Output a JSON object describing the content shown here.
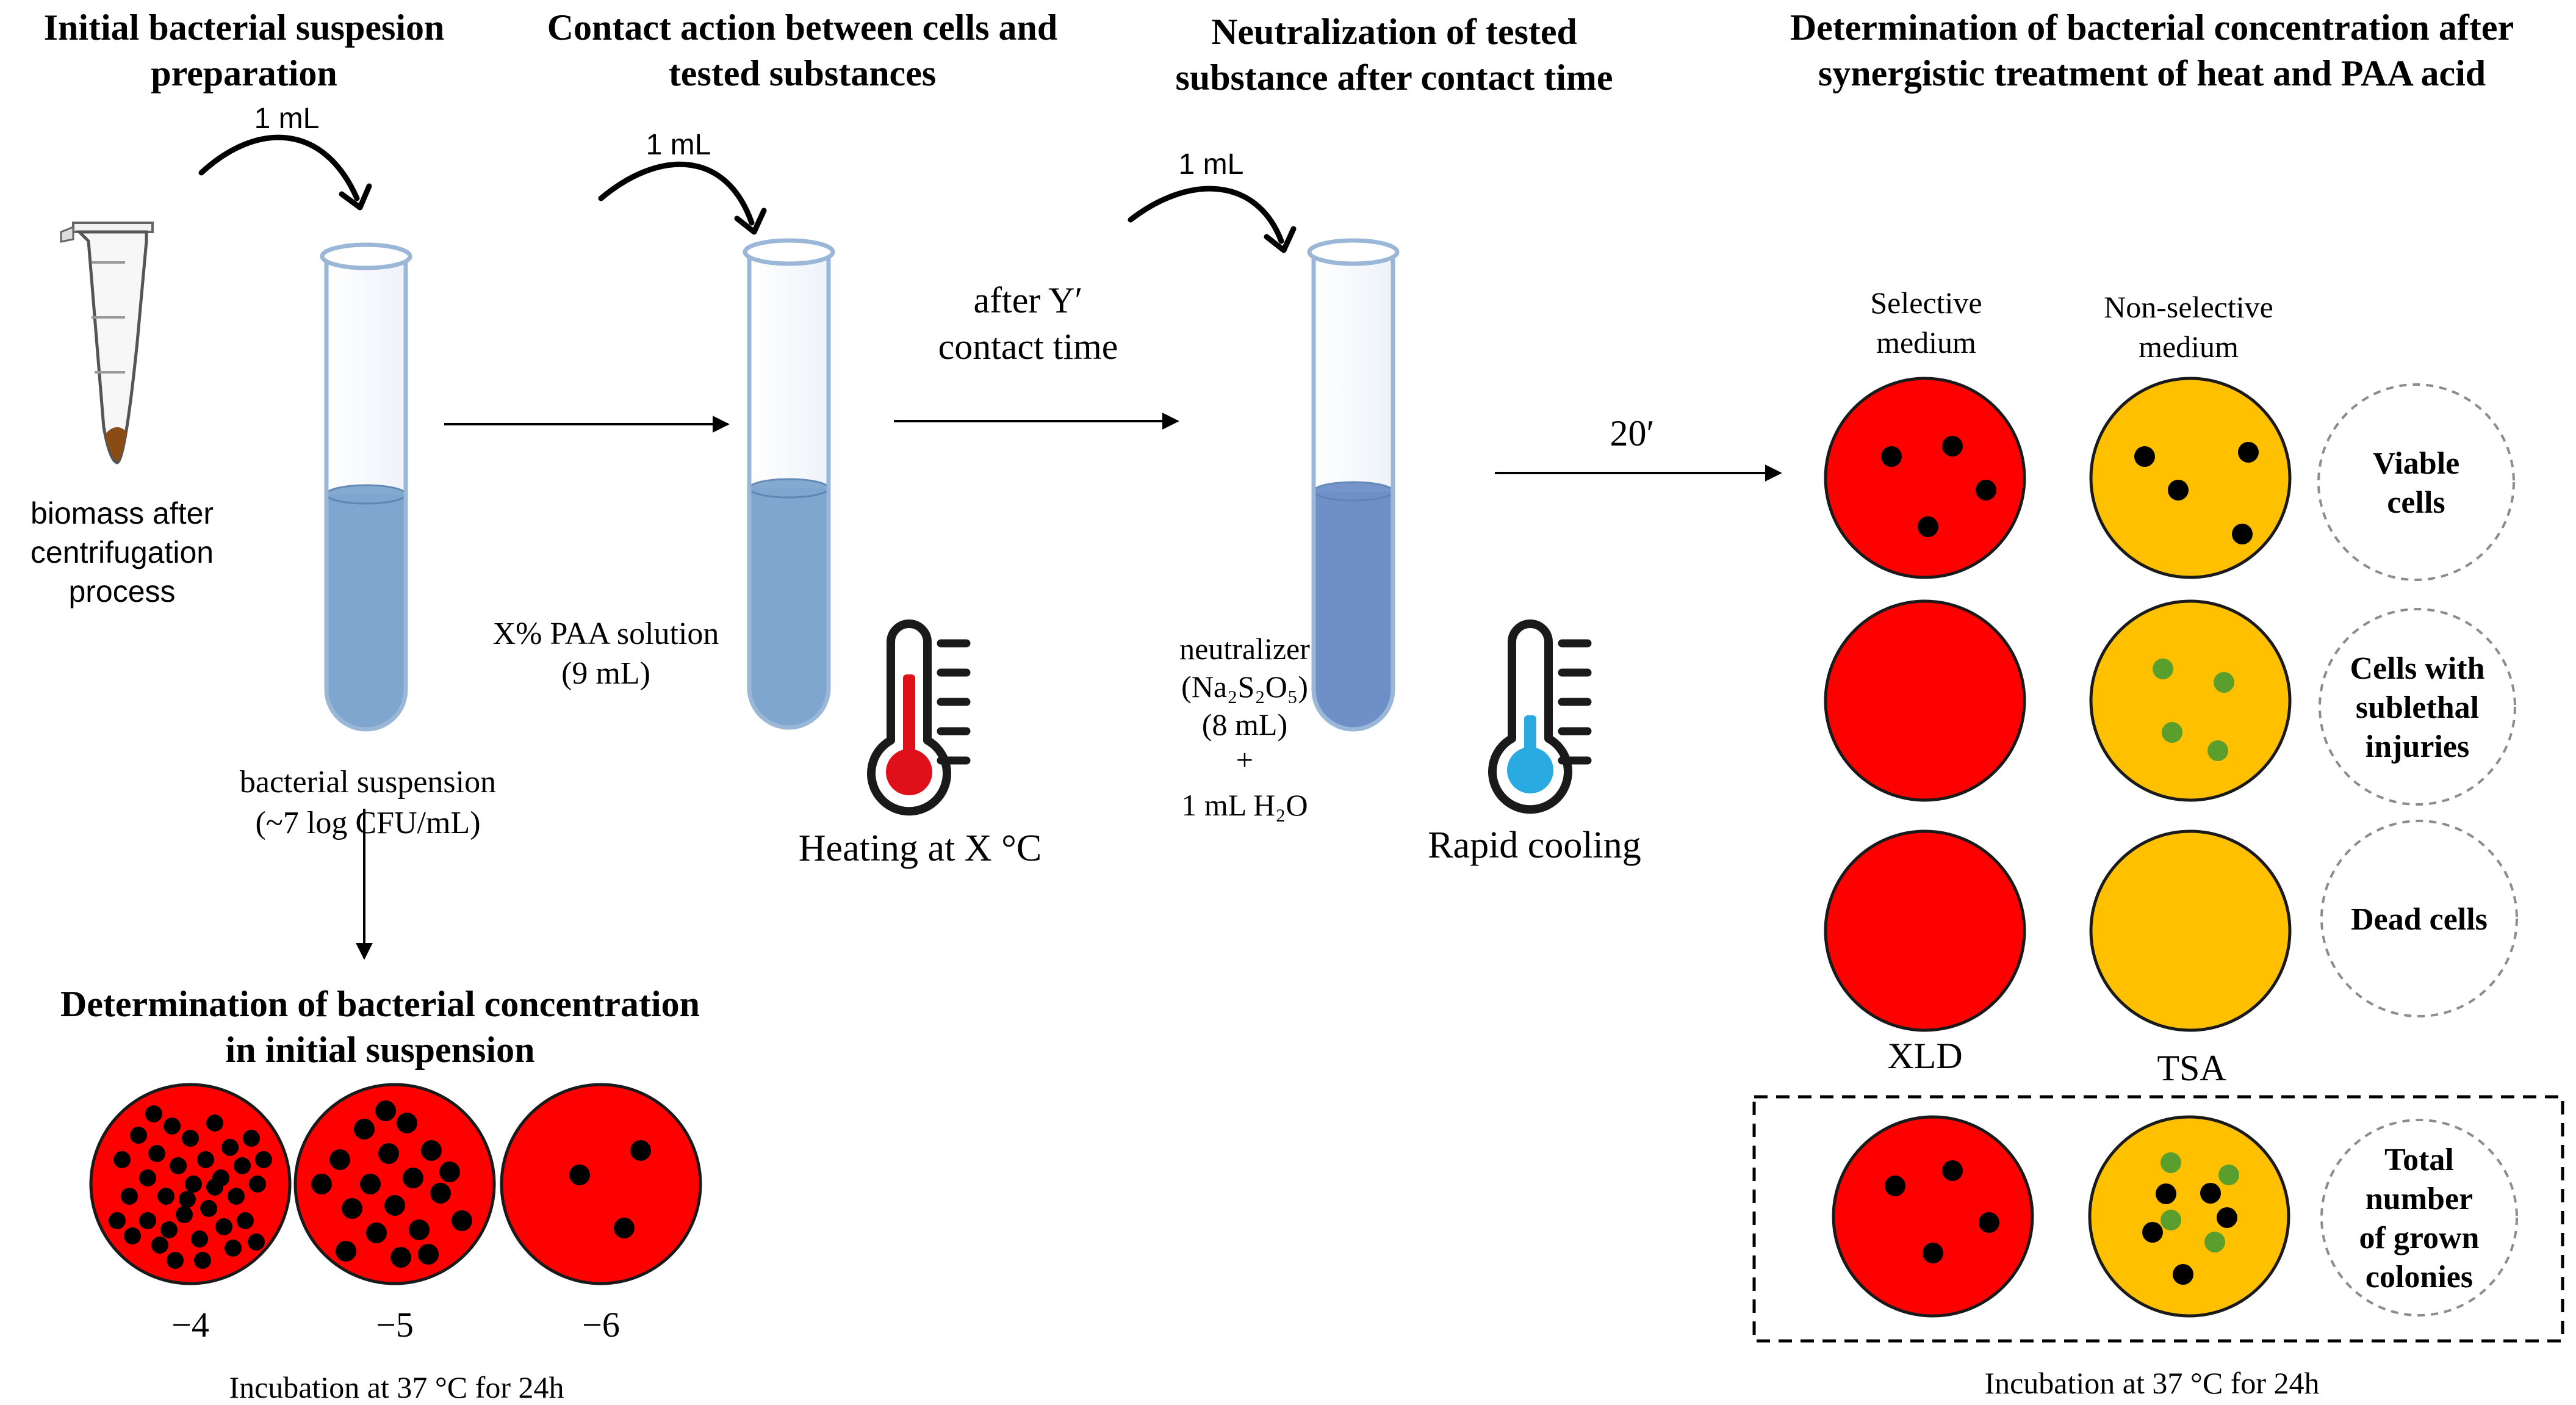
{
  "headings": {
    "step1": [
      "Initial bacterial suspesion",
      "preparation"
    ],
    "step2": [
      "Contact action between cells and",
      "tested substances"
    ],
    "step3": [
      "Neutralization of tested",
      "substance after contact time"
    ],
    "step4": [
      "Determination of bacterial concentration after",
      "synergistic treatment of heat and PAA acid"
    ],
    "initial_conc": [
      "Determination of bacterial concentration",
      "in initial suspension"
    ]
  },
  "volumes": {
    "transfer": "1 mL"
  },
  "labels": {
    "biomass": [
      "biomass after",
      "centrifugation",
      "process"
    ],
    "suspension": [
      "bacterial suspension",
      "(~7 log CFU/mL)"
    ],
    "paa": [
      "X% PAA solution",
      "(9 mL)"
    ],
    "heating": "Heating at X °C",
    "contact_time": [
      "after Y′",
      "contact time"
    ],
    "neutralizer": {
      "name": "neutralizer",
      "formula": "(Na₂S₂O₅)",
      "volume": "(8 mL)",
      "plus": "+",
      "water": "1 mL H₂O"
    },
    "cooling": "Rapid cooling",
    "wait_time": "20′",
    "selective": [
      "Selective",
      "medium"
    ],
    "non_selective": [
      "Non-selective",
      "medium"
    ],
    "xld": "XLD",
    "tsa": "TSA",
    "incubation": "Incubation at 37 °C for 24h"
  },
  "dilutions": [
    "−4",
    "−5",
    "−6"
  ],
  "results": [
    {
      "label": [
        "Viable",
        "cells"
      ]
    },
    {
      "label": [
        "Cells with",
        "sublethal",
        "injuries"
      ]
    },
    {
      "label": [
        "Dead cells"
      ]
    },
    {
      "label": [
        "Total",
        "number",
        "of grown",
        "colonies"
      ]
    }
  ],
  "colors": {
    "xld_agar": "#ff0000",
    "tsa_agar": "#ffc000",
    "colony_black": "#000000",
    "colony_green": "#5a9e2e",
    "liquid": "#7ea6cf",
    "neutralizer_liquid": "#6f8fc8",
    "thermo_hot": "#e0101a",
    "thermo_cold": "#29abe2"
  }
}
